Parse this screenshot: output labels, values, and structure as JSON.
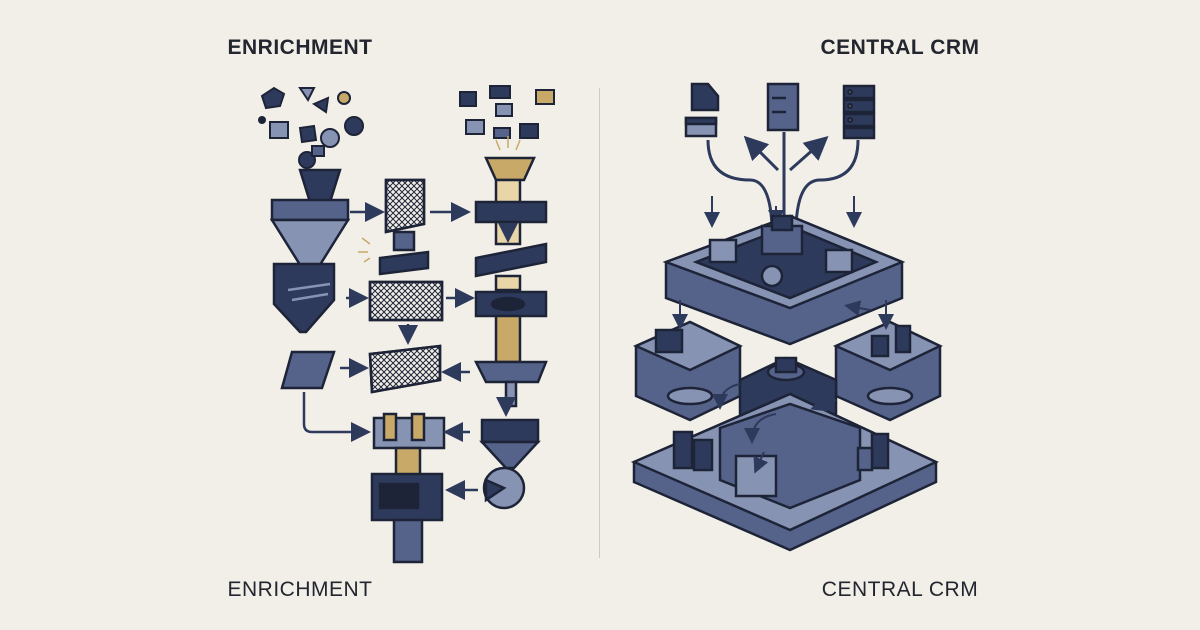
{
  "left": {
    "title_top": "ENRICHMENT",
    "title_bottom": "ENRICHMENT"
  },
  "right": {
    "title_top": "CENTRAL CRM",
    "title_bottom": "CENTRAL CRM"
  },
  "colors": {
    "background": "#f2efe9",
    "navy": "#2e3a5c",
    "slate": "#55638a",
    "light_slate": "#8793b3",
    "gold": "#c9a968",
    "outline": "#1e2438"
  },
  "icons": [
    "funnel-icon",
    "mesh-filter-icon",
    "lens-column-icon",
    "cylinder-icon",
    "server-icon",
    "folder-icon",
    "crm-hub-icon"
  ]
}
